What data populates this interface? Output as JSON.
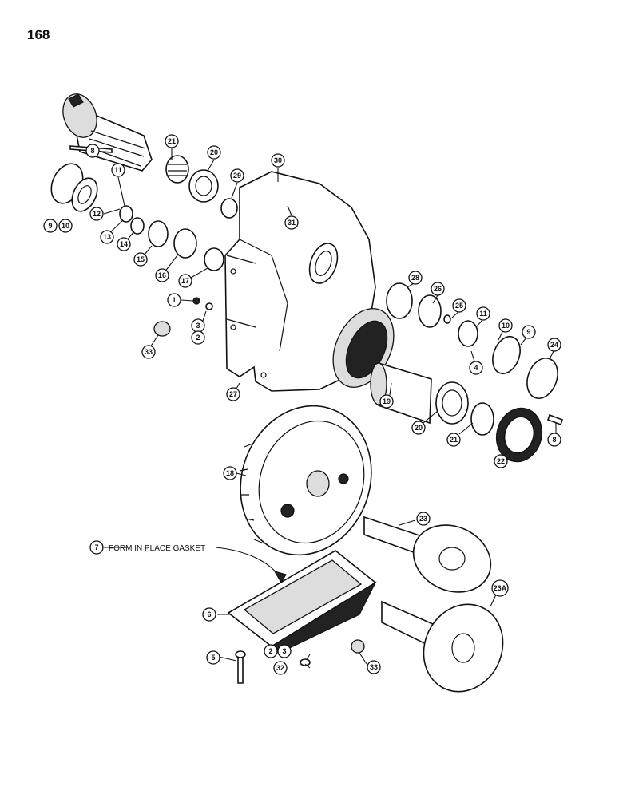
{
  "page": {
    "number": "168"
  },
  "note": {
    "callout": "7",
    "text": "FORM IN PLACE GASKET"
  },
  "callouts": [
    "8",
    "21",
    "20",
    "29",
    "30",
    "11",
    "31",
    "9",
    "10",
    "12",
    "13",
    "14",
    "15",
    "16",
    "17",
    "1",
    "3",
    "2",
    "33",
    "27",
    "28",
    "26",
    "25",
    "11",
    "10",
    "9",
    "24",
    "4",
    "19",
    "20",
    "21",
    "22",
    "8",
    "18",
    "23",
    "6",
    "23A",
    "5",
    "2",
    "3",
    "32",
    "33"
  ],
  "colors": {
    "ink": "#111111",
    "paper": "#ffffff"
  }
}
